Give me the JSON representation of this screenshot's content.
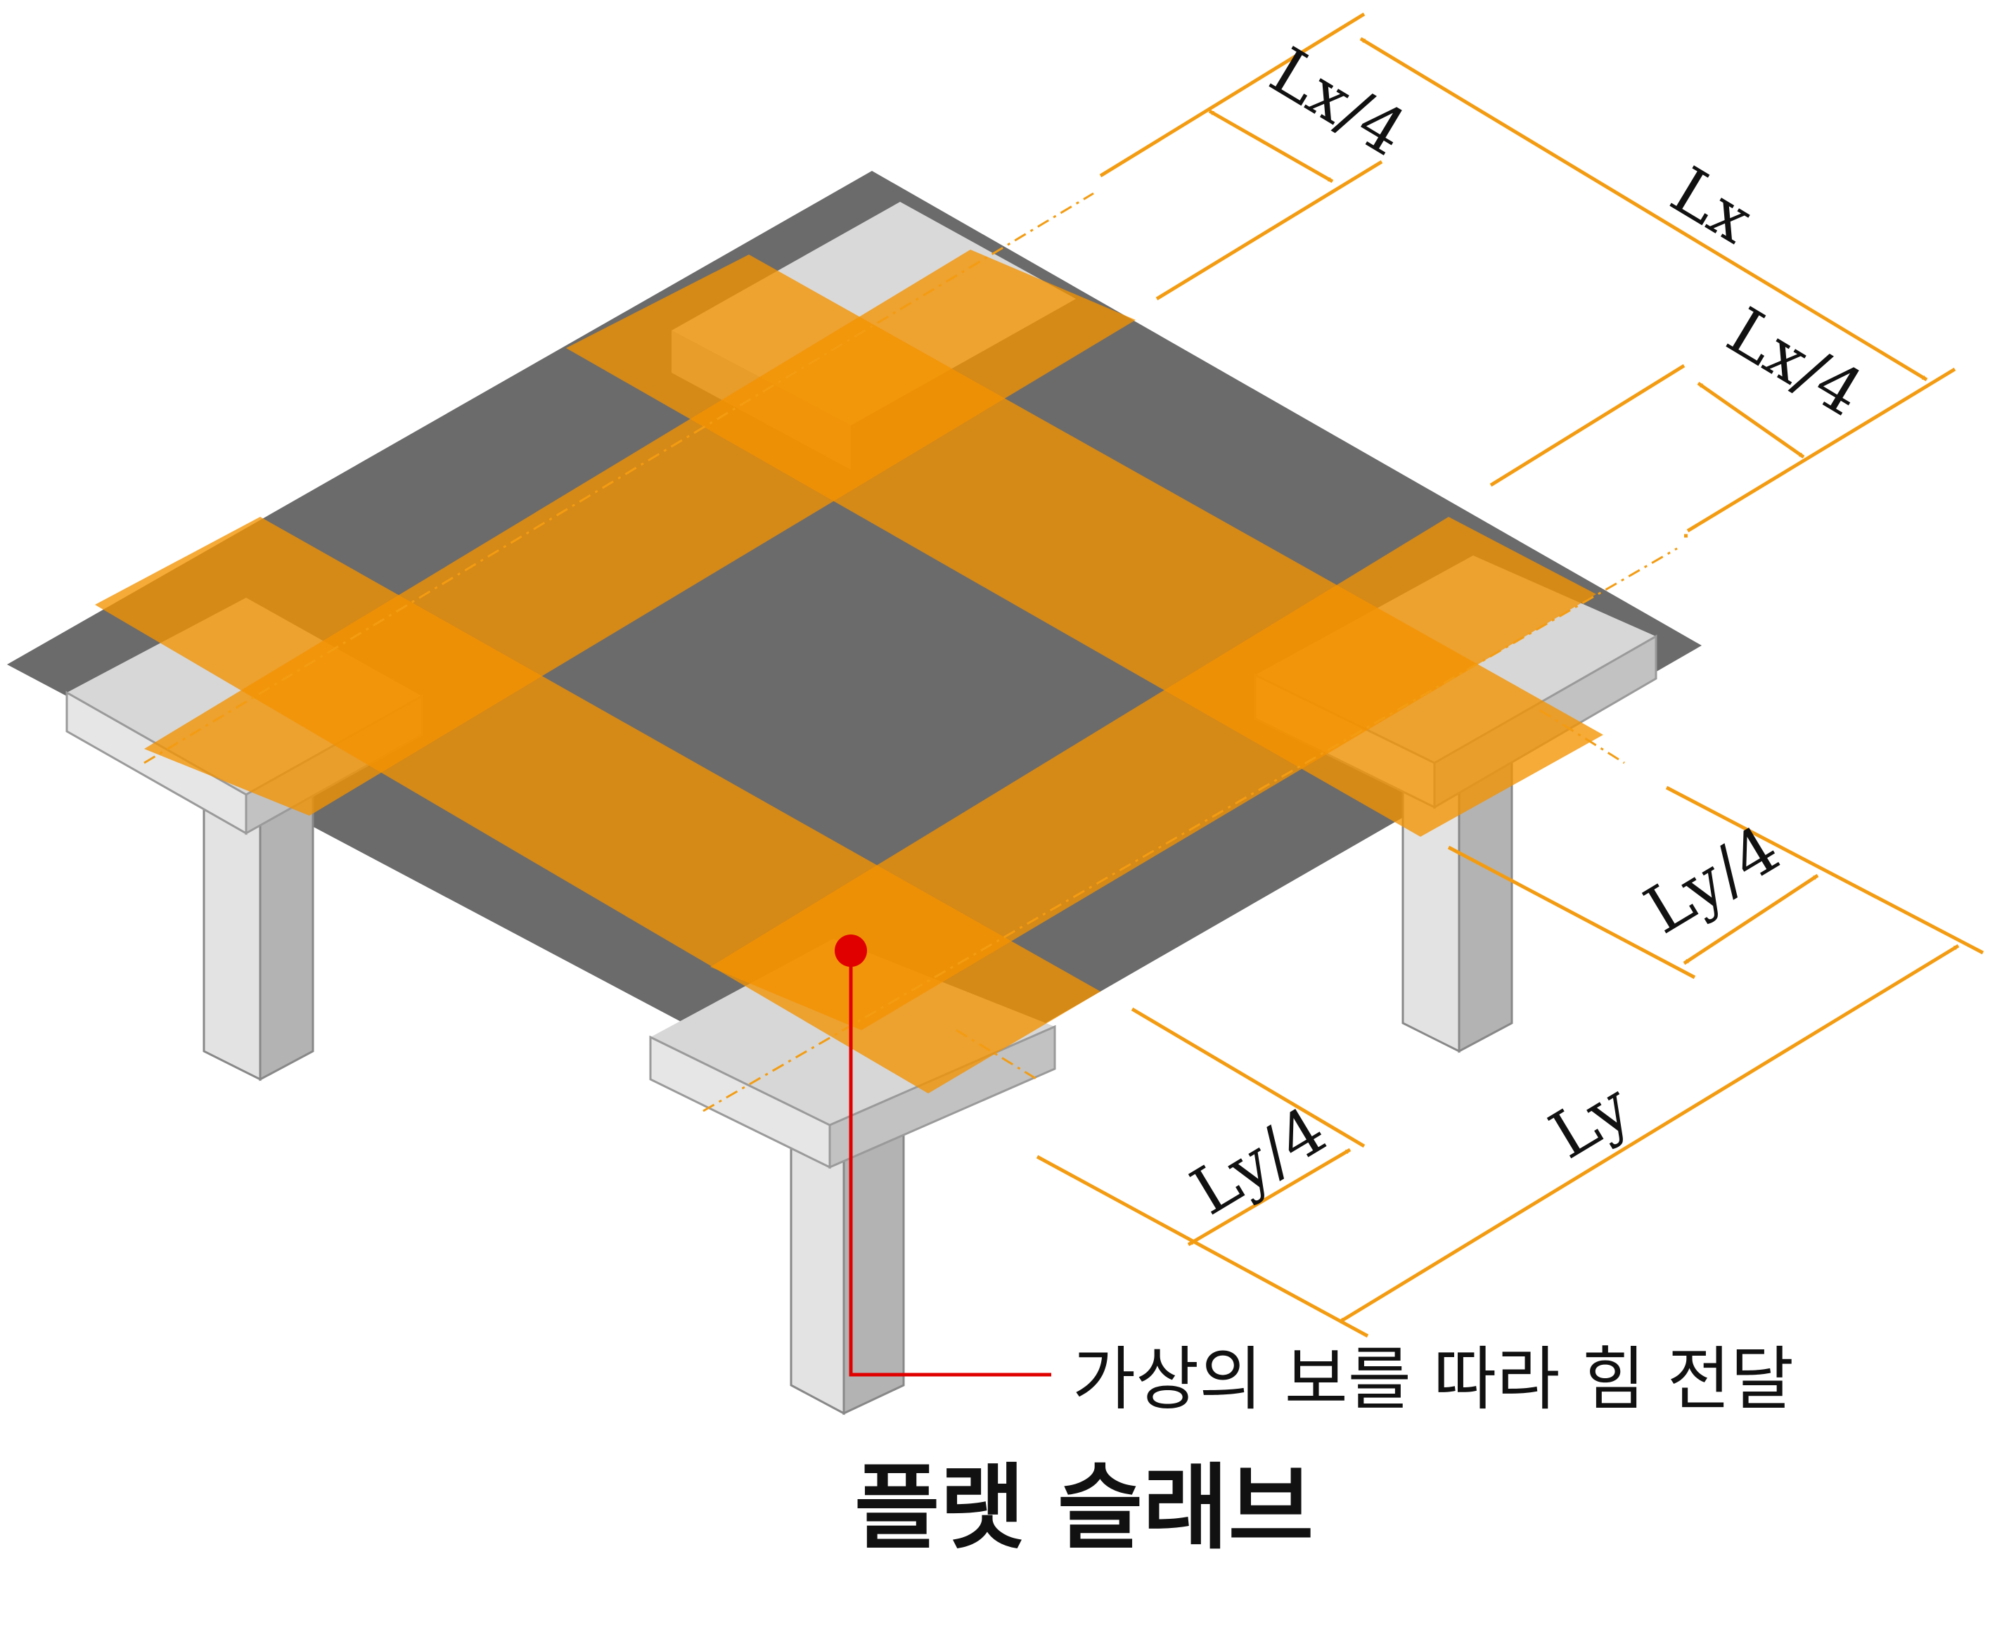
{
  "labels": {
    "lx": "Lx",
    "lx_quarter": "Lx/4",
    "ly": "Ly",
    "ly_quarter": "Ly/4",
    "annotation": "가상의 보를 따라 힘 전달",
    "title": "플랫 슬래브"
  },
  "colors": {
    "slab": "#6b6b6b",
    "column_light": "#e3e3e3",
    "column_mid": "#cfcfcf",
    "column_dark": "#b3b3b3",
    "strip": "#f39200",
    "dimension": "#f39c12",
    "marker": "#e00000"
  }
}
